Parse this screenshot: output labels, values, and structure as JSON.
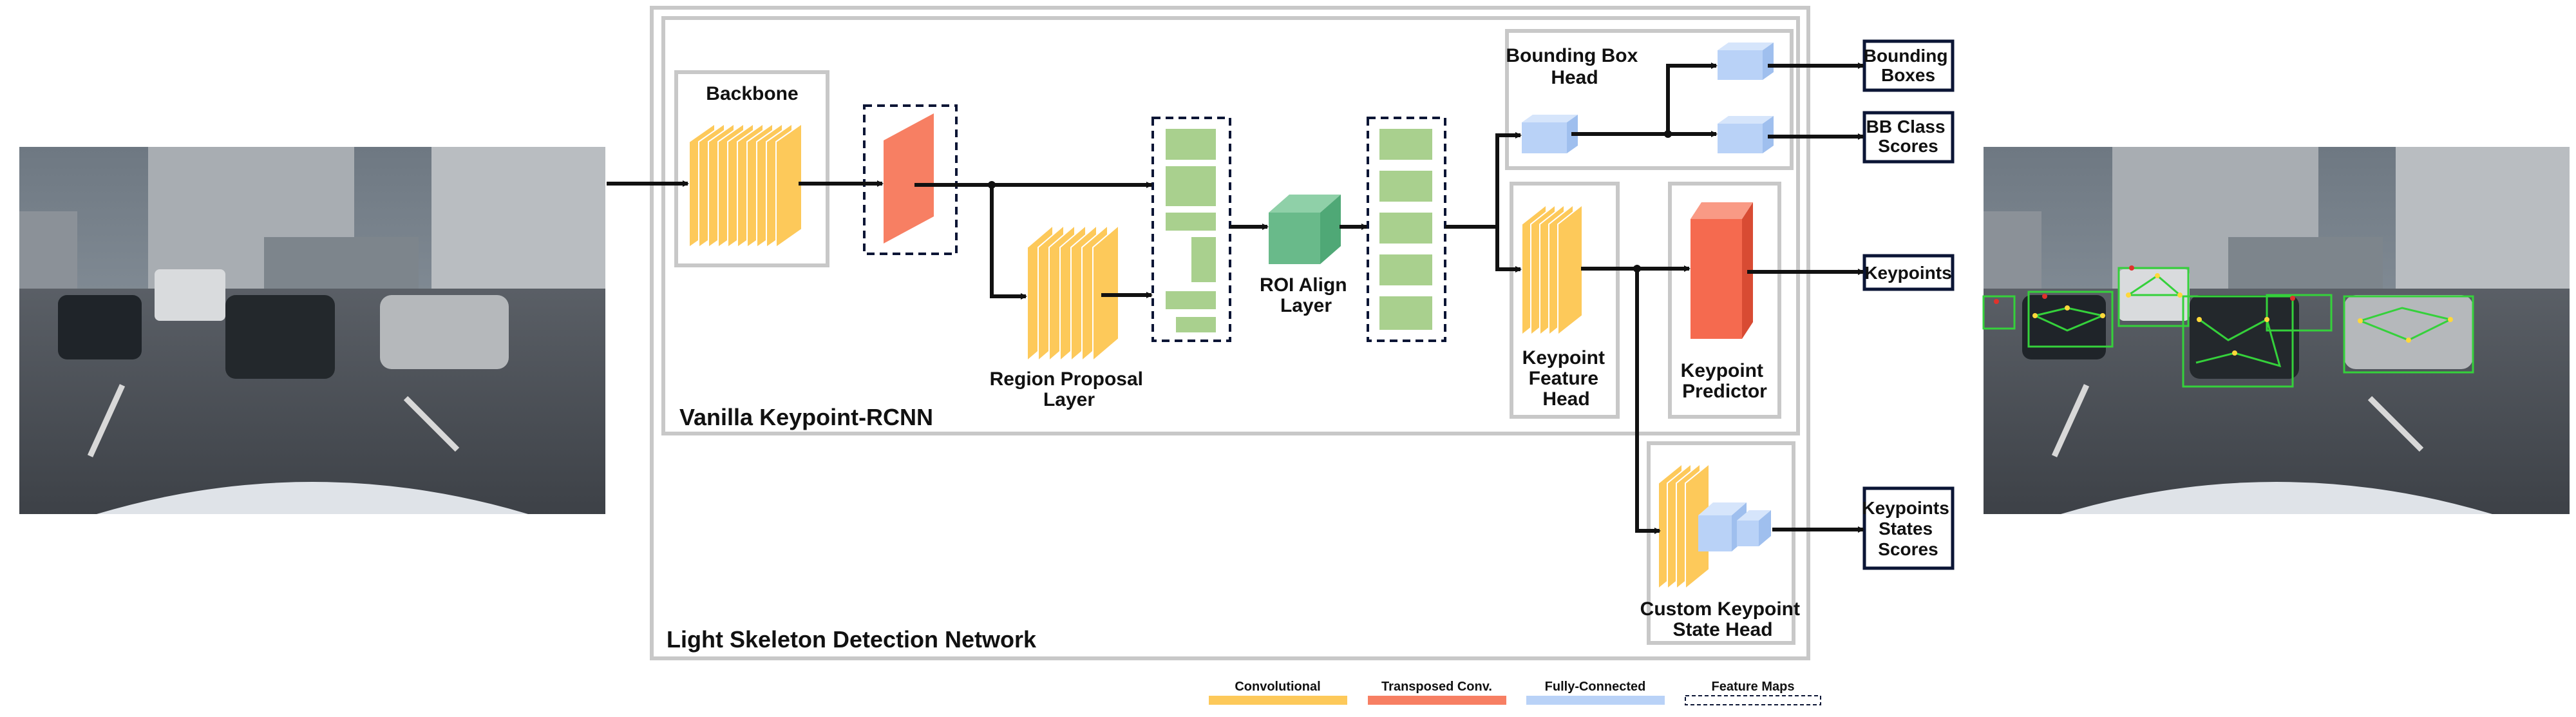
{
  "colors": {
    "convolutional": "#FDC95A",
    "transposed": "#F77F63",
    "fully_connected": "#B9D2F7",
    "feature_map": "#A9D08E",
    "roi_cube": "#69BA8A",
    "predictor": "#F56A4F",
    "stroke_gray": "#C8C8C8",
    "dark": "#111111",
    "navy": "#0B1535"
  },
  "boxes": {
    "light_skeleton": "Light Skeleton Detection Network",
    "vanilla": "Vanilla Keypoint-RCNN",
    "backbone": "Backbone",
    "rpn": [
      "Region Proposal",
      "Layer"
    ],
    "roi_align": [
      "ROI Align",
      "Layer"
    ],
    "bbox_head": [
      "Bounding Box",
      "Head"
    ],
    "kp_feature_head": [
      "Keypoint",
      "Feature",
      "Head"
    ],
    "kp_predictor": [
      "Keypoint",
      "Predictor"
    ],
    "custom_head": [
      "Custom Keypoint",
      "State Head"
    ]
  },
  "outputs": {
    "bounding_boxes": [
      "Bounding",
      "Boxes"
    ],
    "bb_class_scores": [
      "BB Class",
      "Scores"
    ],
    "keypoints": [
      "Keypoints"
    ],
    "keypoint_states": [
      "Keypoints",
      "States",
      "Scores"
    ]
  },
  "legend": [
    {
      "label": "Convolutional",
      "kind": "convolutional"
    },
    {
      "label": "Transposed Conv.",
      "kind": "transposed"
    },
    {
      "label": "Fully-Connected",
      "kind": "fully_connected"
    },
    {
      "label": "Feature Maps",
      "kind": "feature_maps"
    }
  ],
  "images": {
    "input": "input-street-scene",
    "output": "output-street-scene-with-keypoints"
  }
}
